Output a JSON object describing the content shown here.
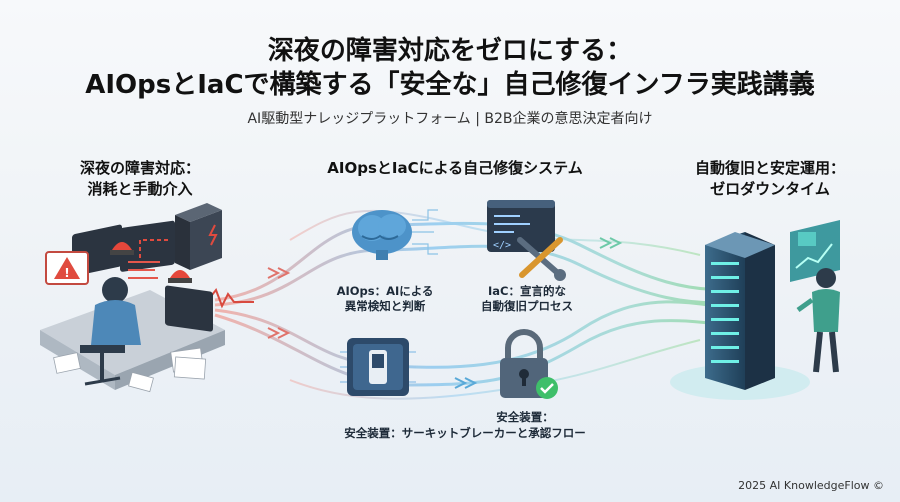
{
  "title_line1": "深夜の障害対応をゼロにする：",
  "title_line2": "AIOpsとIaCで構築する「安全な」自己修復インフラ実践講義",
  "subtitle": "AI駆動型ナレッジプラットフォーム | B2B企業の意思決定者向け",
  "left": {
    "heading_line1": "深夜の障害対応：",
    "heading_line2": "消耗と手動介入"
  },
  "center": {
    "heading": "AIOpsとIaCによる自己修復システム",
    "aiops_line1": "AIOps：AIによる",
    "aiops_line2": "異常検知と判断",
    "iac_line1": "IaC：宣言的な",
    "iac_line2": "自動復旧プロセス",
    "breaker_label": "安全装置：サーキットブレーカーと承認フロー",
    "lock_label": "安全装置："
  },
  "right": {
    "heading_line1": "自動復旧と安定運用：",
    "heading_line2": "ゼロダウンタイム"
  },
  "footer": "2025 AI KnowledgeFlow ©"
}
